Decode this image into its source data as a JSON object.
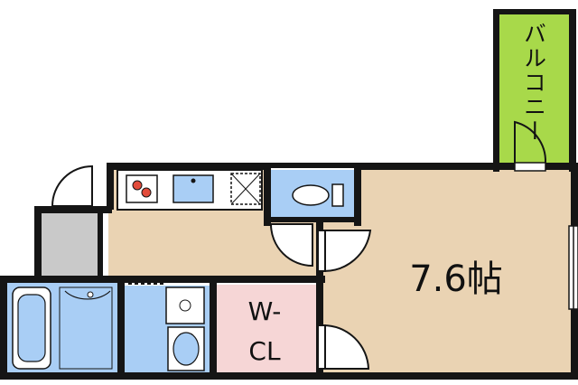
{
  "labels": {
    "balcony": "バルコニー",
    "room": "7.6帖",
    "closet_line1": "W-",
    "closet_line2": "CL"
  },
  "colors": {
    "floor": "#ead3b3",
    "balcony": "#a8d94a",
    "water": "#a9cef5",
    "closet": "#f6d6d6",
    "entry": "#c9c9c9",
    "wall": "#151515",
    "counter": "#ffffff"
  }
}
